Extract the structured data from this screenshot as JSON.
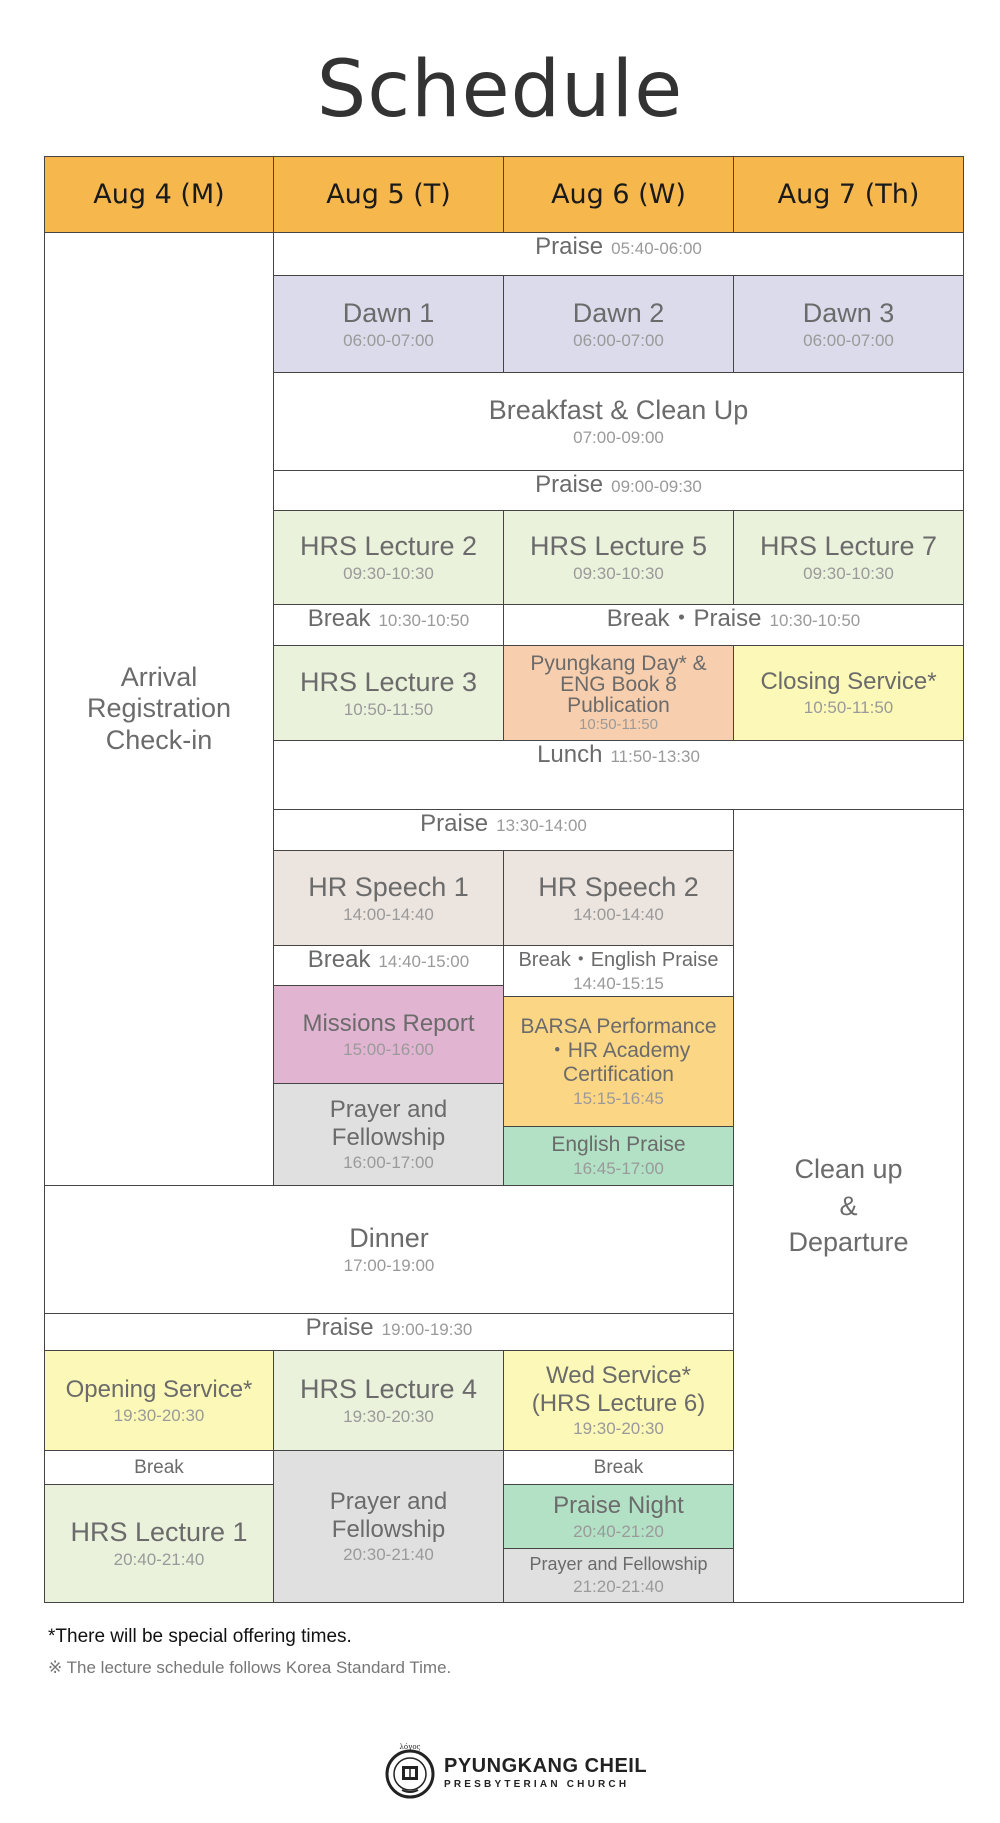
{
  "title": "Schedule",
  "days": [
    "Aug 4 (M)",
    "Aug 5 (T)",
    "Aug 6 (W)",
    "Aug 7 (Th)"
  ],
  "arrival": [
    "Arrival",
    "Registration",
    "Check-in"
  ],
  "praise_dawn": {
    "name": "Praise",
    "time": "05:40-06:00"
  },
  "dawn": [
    {
      "name": "Dawn 1",
      "time": "06:00-07:00"
    },
    {
      "name": "Dawn 2",
      "time": "06:00-07:00"
    },
    {
      "name": "Dawn 3",
      "time": "06:00-07:00"
    }
  ],
  "breakfast": {
    "name": "Breakfast & Clean Up",
    "time": "07:00-09:00"
  },
  "praise_morning": {
    "name": "Praise",
    "time": "09:00-09:30"
  },
  "morning_lectures": [
    {
      "name": "HRS Lecture 2",
      "time": "09:30-10:30"
    },
    {
      "name": "HRS Lecture 5",
      "time": "09:30-10:30"
    },
    {
      "name": "HRS Lecture 7",
      "time": "09:30-10:30"
    }
  ],
  "break_morning": {
    "name": "Break",
    "time": "10:30-10:50"
  },
  "break_praise_morning": {
    "name": "Break・Praise",
    "time": "10:30-10:50"
  },
  "lecture3": {
    "name": "HRS Lecture 3",
    "time": "10:50-11:50"
  },
  "pyungkang_day": {
    "lines": [
      "Pyungkang Day* &",
      "ENG Book 8",
      "Publication"
    ],
    "time": "10:50-11:50"
  },
  "closing_service": {
    "name": "Closing Service*",
    "time": "10:50-11:50"
  },
  "lunch": {
    "name": "Lunch",
    "time": "11:50-13:30"
  },
  "praise_afternoon": {
    "name": "Praise",
    "time": "13:30-14:00"
  },
  "speeches": [
    {
      "name": "HR Speech 1",
      "time": "14:00-14:40"
    },
    {
      "name": "HR Speech 2",
      "time": "14:00-14:40"
    }
  ],
  "break_afternoon": {
    "name": "Break",
    "time": "14:40-15:00"
  },
  "break_english_praise": {
    "name": "Break・English Praise",
    "time": "14:40-15:15"
  },
  "missions_report": {
    "name": "Missions Report",
    "time": "15:00-16:00"
  },
  "barsa": {
    "lines": [
      "BARSA Performance",
      "・HR Academy",
      "Certification"
    ],
    "time": "15:15-16:45"
  },
  "prayer_afternoon": {
    "lines": [
      "Prayer and",
      "Fellowship"
    ],
    "time": "16:00-17:00"
  },
  "english_praise": {
    "name": "English Praise",
    "time": "16:45-17:00"
  },
  "cleanup": [
    "Clean up",
    "&",
    "Departure"
  ],
  "dinner": {
    "name": "Dinner",
    "time": "17:00-19:00"
  },
  "praise_evening": {
    "name": "Praise",
    "time": "19:00-19:30"
  },
  "opening_service": {
    "name": "Opening Service*",
    "time": "19:30-20:30"
  },
  "lecture4": {
    "name": "HRS Lecture 4",
    "time": "19:30-20:30"
  },
  "wed_service": {
    "lines": [
      "Wed Service*",
      "(HRS Lecture 6)"
    ],
    "time": "19:30-20:30"
  },
  "break_evening_1": "Break",
  "break_evening_3": "Break",
  "lecture1": {
    "name": "HRS Lecture 1",
    "time": "20:40-21:40"
  },
  "prayer_evening": {
    "lines": [
      "Prayer and",
      "Fellowship"
    ],
    "time": "20:30-21:40"
  },
  "praise_night": {
    "name": "Praise Night",
    "time": "20:40-21:20"
  },
  "prayer_night": {
    "name": "Prayer and Fellowship",
    "time": "21:20-21:40"
  },
  "notes": [
    "*There will be special offering times.",
    "※ The lecture schedule follows Korea Standard Time."
  ],
  "logo": {
    "top_text": "λόγος",
    "name": "PYUNGKANG CHEIL",
    "sub": "PRESBYTERIAN CHURCH"
  },
  "colors": {
    "header": "#f6b84d",
    "dawn": "#dcdbeb",
    "lecture": "#eaf2dc",
    "service": "#fcf8b7",
    "publication": "#f8cfae",
    "speech": "#ece4de",
    "missions": "#e1b5d1",
    "barsa": "#fbd685",
    "english_praise": "#b3e1c5",
    "prayer": "#e0e0e0"
  }
}
